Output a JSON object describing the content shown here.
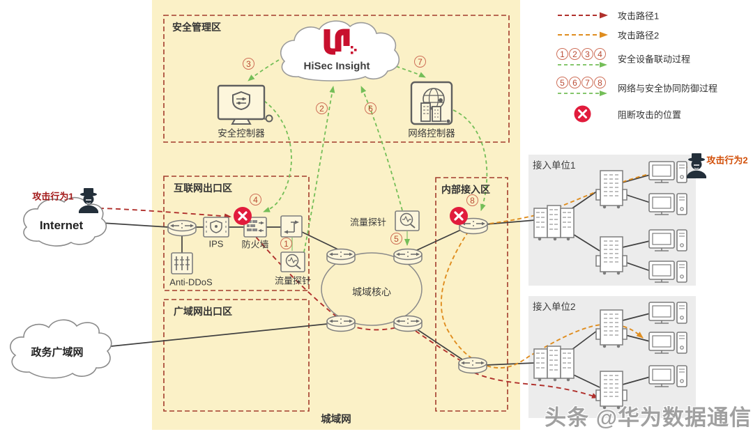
{
  "colors": {
    "metro_bg": "#FBF1C7",
    "unit_bg": "#ECECEC",
    "zone_border": "#A23B2B",
    "attack_path1": "#B0302C",
    "attack_path2": "#DF8D1F",
    "linkage_green": "#74BE58",
    "block_red": "#E11C3C",
    "device_gray": "#7D7D7D",
    "logo_red": "#C8102E"
  },
  "legend": {
    "attack_path1": "攻击路径1",
    "attack_path2": "攻击路径2",
    "linkage_label": "安全设备联动过程",
    "defense_label": "网络与安全协同防御过程",
    "block_label": "阻断攻击的位置"
  },
  "zones": {
    "management": "安全管理区",
    "internet_exit": "互联网出口区",
    "wan_exit": "广域网出口区",
    "internal_access": "内部接入区",
    "metro": "城域网",
    "unit1": "接入单位1",
    "unit2": "接入单位2"
  },
  "nodes": {
    "hisec": "HiSec Insight",
    "sec_controller": "安全控制器",
    "net_controller": "网络控制器",
    "internet": "Internet",
    "gov_wan": "政务广域网",
    "ips": "IPS",
    "anti_ddos": "Anti-DDoS",
    "firewall": "防火墙",
    "probe_internet": "流量探针",
    "probe_core": "流量探针",
    "core": "城域核心"
  },
  "attacks": {
    "behavior1": "攻击行为1",
    "behavior2": "攻击行为2"
  },
  "steps": [
    "1",
    "2",
    "3",
    "4",
    "5",
    "6",
    "7",
    "8"
  ],
  "watermark": "头条 @华为数据通信"
}
